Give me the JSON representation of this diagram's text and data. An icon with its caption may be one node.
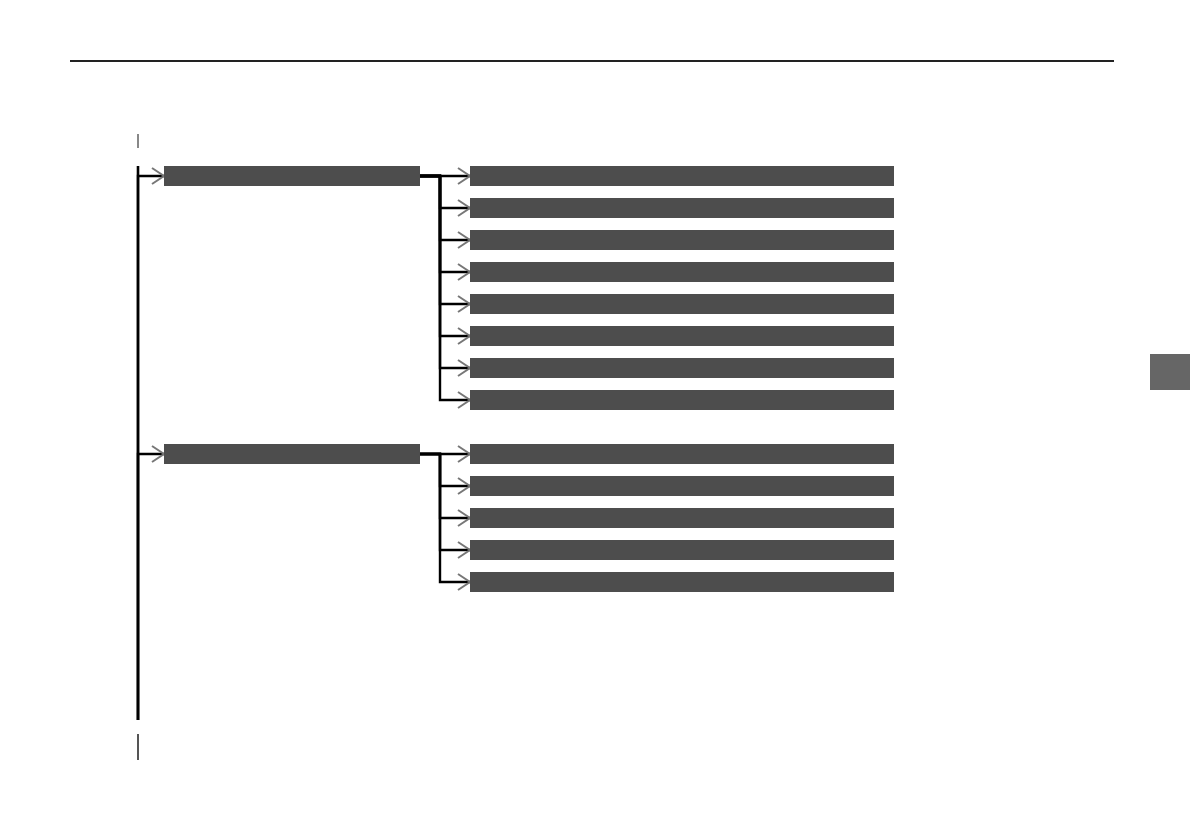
{
  "diagram": {
    "nodes": [
      {
        "text": [],
        "shape": "bar"
      },
      {
        "text": [],
        "shape": "bar"
      },
      {
        "text": [],
        "shape": "bar"
      },
      {
        "text": [],
        "shape": "bar"
      },
      {
        "text": [],
        "shape": "bar"
      },
      {
        "text": [],
        "shape": "bar"
      },
      {
        "text": [],
        "shape": "bar"
      },
      {
        "text": [],
        "shape": "bar"
      },
      {
        "text": [],
        "shape": "bar"
      },
      {
        "text": [],
        "shape": "bar"
      },
      {
        "text": [],
        "shape": "bar"
      },
      {
        "text": [],
        "shape": "bar"
      },
      {
        "text": [],
        "shape": "bar"
      },
      {
        "text": [],
        "shape": "bar"
      },
      {
        "text": [],
        "shape": "bar"
      }
    ],
    "edges": [
      {
        "from": null,
        "to": 0,
        "arrow": "to"
      },
      {
        "from": 0,
        "to": 1,
        "arrow": "to"
      },
      {
        "from": 0,
        "to": 2,
        "arrow": "to"
      },
      {
        "from": 0,
        "to": 3,
        "arrow": "to"
      },
      {
        "from": 0,
        "to": 4,
        "arrow": "to"
      },
      {
        "from": 0,
        "to": 5,
        "arrow": "to"
      },
      {
        "from": 0,
        "to": 6,
        "arrow": "to"
      },
      {
        "from": 0,
        "to": 7,
        "arrow": "to"
      },
      {
        "from": 0,
        "to": 8,
        "arrow": "to"
      },
      {
        "from": null,
        "to": 9,
        "arrow": "to"
      },
      {
        "from": 9,
        "to": 10,
        "arrow": "to"
      },
      {
        "from": 9,
        "to": 11,
        "arrow": "to"
      },
      {
        "from": 9,
        "to": 12,
        "arrow": "to"
      },
      {
        "from": 9,
        "to": 13,
        "arrow": "to"
      },
      {
        "from": 9,
        "to": 14,
        "arrow": "to"
      }
    ]
  }
}
